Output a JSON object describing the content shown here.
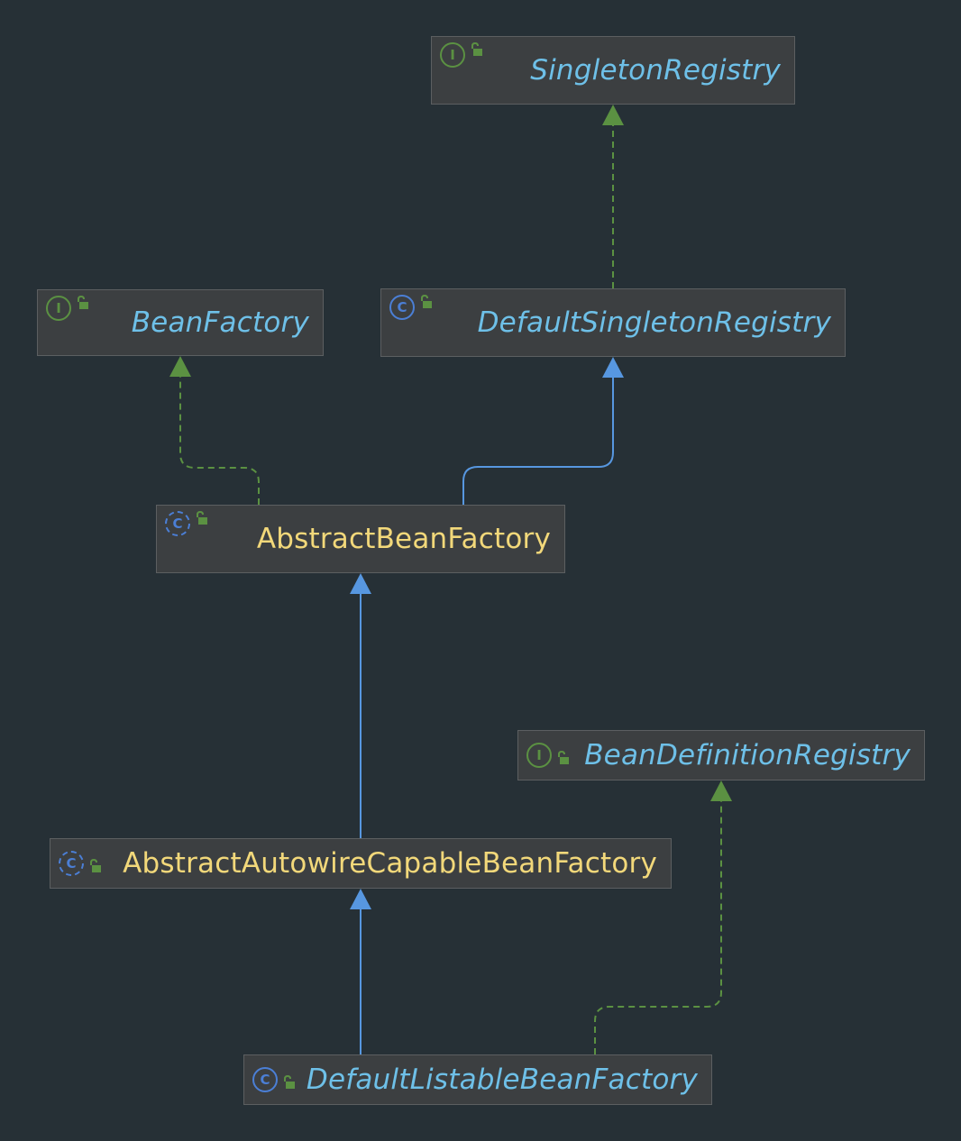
{
  "colors": {
    "background": "#263036",
    "node_fill": "#3c3f41",
    "node_border": "#5c5f61",
    "interface_name": "#6ec0e8",
    "concrete_class_name": "#f2d87a",
    "extends_edge": "#5797e0",
    "implements_edge": "#5b9142",
    "interface_icon": "#5b9142",
    "class_icon": "#4b7fd6"
  },
  "icons": {
    "interface": "I",
    "class": "C",
    "abstract_class": "C",
    "access": "lock-open-icon"
  },
  "nodes": {
    "singleton_registry": {
      "label": "SingletonRegistry",
      "kind": "interface"
    },
    "bean_factory": {
      "label": "BeanFactory",
      "kind": "interface"
    },
    "default_singleton_registry": {
      "label": "DefaultSingletonRegistry",
      "kind": "class"
    },
    "abstract_bean_factory": {
      "label": "AbstractBeanFactory",
      "kind": "abstract_class"
    },
    "bean_definition_registry": {
      "label": "BeanDefinitionRegistry",
      "kind": "interface"
    },
    "abstract_autowire_capable_bean_factory": {
      "label": "AbstractAutowireCapableBeanFactory",
      "kind": "abstract_class"
    },
    "default_listable_bean_factory": {
      "label": "DefaultListableBeanFactory",
      "kind": "class"
    }
  },
  "edges": [
    {
      "from": "default_singleton_registry",
      "to": "singleton_registry",
      "relation": "implements"
    },
    {
      "from": "abstract_bean_factory",
      "to": "bean_factory",
      "relation": "implements"
    },
    {
      "from": "abstract_bean_factory",
      "to": "default_singleton_registry",
      "relation": "extends"
    },
    {
      "from": "abstract_autowire_capable_bean_factory",
      "to": "abstract_bean_factory",
      "relation": "extends"
    },
    {
      "from": "default_listable_bean_factory",
      "to": "abstract_autowire_capable_bean_factory",
      "relation": "extends"
    },
    {
      "from": "default_listable_bean_factory",
      "to": "bean_definition_registry",
      "relation": "implements"
    }
  ]
}
